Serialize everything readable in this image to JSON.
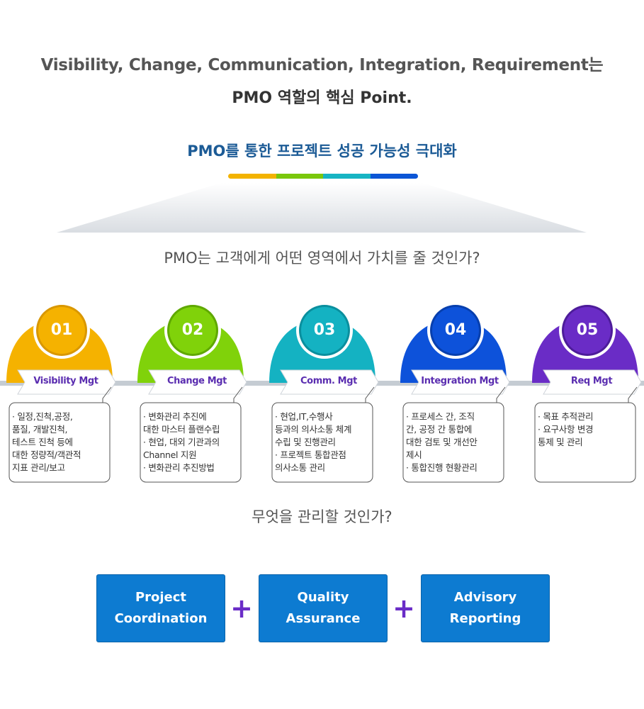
{
  "header": {
    "line1": "Visibility, Change, Communication, Integration, Requirement는",
    "line2": "PMO 역할의 핵심 Point.",
    "subtitle": "PMO를 통한 프로젝트 성공  가능성 극대화"
  },
  "colors": {
    "bar": [
      "#f3b300",
      "#7ac70c",
      "#17b4c3",
      "#0c56d6"
    ],
    "label": "#5a2db0",
    "box": "#0d7bd1",
    "plus": "#6a2cc7"
  },
  "question1": "PMO는 고객에게 어떤 영역에서 가치를 줄 것인가?",
  "areas": [
    {
      "number": "01",
      "label": "Visibility Mgt",
      "color": "#f5b200",
      "dark": "#d99700",
      "lines": [
        "· 일정,진척,공정,",
        "품질, 개발진척,",
        "테스트 진척 등에",
        "대한 정량적/객관적",
        "지표 관리/보고"
      ]
    },
    {
      "number": "02",
      "label": "Change Mgt",
      "color": "#80d20a",
      "dark": "#5fa800",
      "lines": [
        "· 변화관리 추진에",
        "대한 마스터 플랜수립",
        "· 현업, 대외 기관과의",
        "Channel 지원",
        "· 변화관리 추진방법"
      ]
    },
    {
      "number": "03",
      "label": "Comm. Mgt",
      "color": "#14b2c2",
      "dark": "#0a8f9e",
      "lines": [
        "· 현업,IT,수행사",
        "등과의 의사소통 체계",
        "수립 및 진행관리",
        "· 프로젝트 통합관점",
        "의사소통 관리"
      ]
    },
    {
      "number": "04",
      "label": "Integration Mgt",
      "color": "#0d52da",
      "dark": "#073fae",
      "lines": [
        "· 프로세스 간, 조직",
        "간, 공정 간 통합에",
        "대한 검토 및 개선안",
        "제시",
        "· 통합진행 현황관리"
      ]
    },
    {
      "number": "05",
      "label": "Req Mgt",
      "color": "#6a2cc6",
      "dark": "#4d1c9a",
      "lines": [
        "· 목표 추적관리",
        "· 요구사항 변경",
        "통제 및 관리"
      ]
    }
  ],
  "question2": "무엇을 관리할 것인가?",
  "boxes": [
    {
      "line1": "Project",
      "line2": "Coordination"
    },
    {
      "line1": "Quality",
      "line2": "Assurance"
    },
    {
      "line1": "Advisory",
      "line2": "Reporting"
    }
  ],
  "plus_symbol": "+"
}
